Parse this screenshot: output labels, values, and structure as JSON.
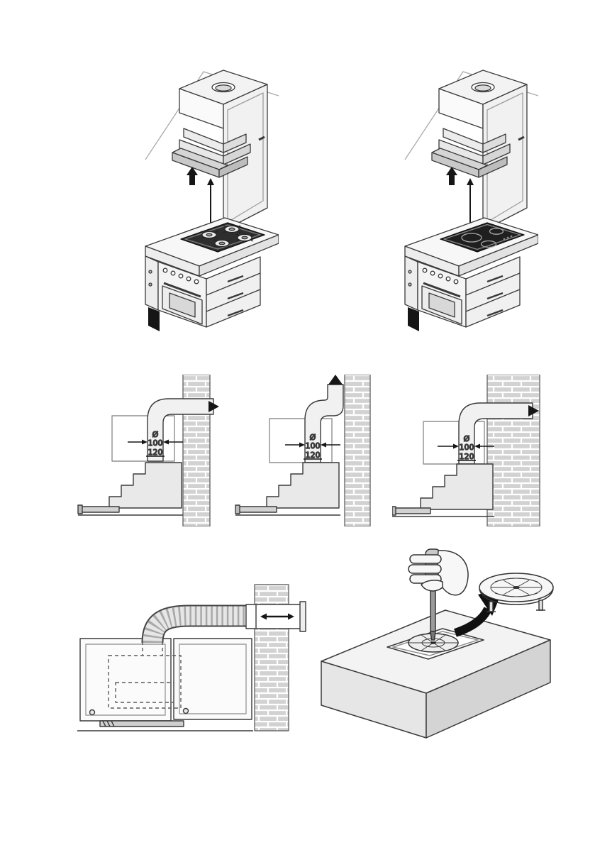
{
  "page": {
    "background": "#ffffff"
  },
  "colors": {
    "line": "#3a3a3a",
    "fill_light": "#f2f2f2",
    "fill_mid": "#d9d9d9",
    "fill_dark": "#161616",
    "brick_fill": "#d2d2d2",
    "hob_dark": "#262626"
  },
  "duct_diagrams": {
    "left": {
      "diameter_symbol": "Ø",
      "size_top": "100",
      "size_bottom": "120"
    },
    "middle": {
      "diameter_symbol": "Ø",
      "size_top": "100",
      "size_bottom": "120"
    },
    "right": {
      "diameter_symbol": "Ø",
      "size_top": "100",
      "size_bottom": "120"
    }
  }
}
